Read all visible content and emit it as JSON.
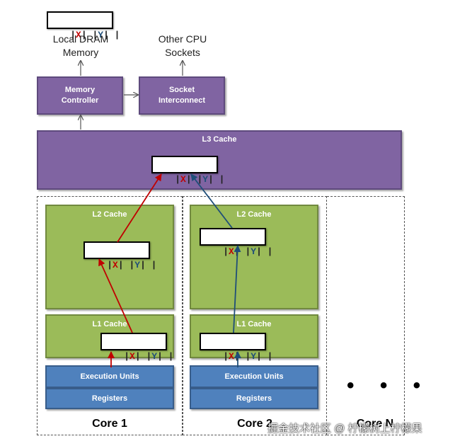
{
  "top": {
    "local_dram": "Local DRAM\nMemory",
    "other_cpu": "Other CPU\nSockets"
  },
  "boxes": {
    "memory_controller": "Memory\nController",
    "socket_interconnect": "Socket\nInterconnect",
    "l3_cache": "L3 Cache"
  },
  "cores": [
    {
      "name": "Core 1",
      "l2": "L2 Cache",
      "l1": "L1 Cache",
      "exec": "Execution Units",
      "regs": "Registers"
    },
    {
      "name": "Core 2",
      "l2": "L2 Cache",
      "l1": "L1 Cache",
      "exec": "Execution Units",
      "regs": "Registers"
    },
    {
      "name": "Core N"
    }
  ],
  "cache_line": {
    "x": "X",
    "y": "Y"
  },
  "ellipsis": "• • •",
  "watermark": "掘金技术社区 @ 柠檬树上柠檬果",
  "colors": {
    "purple": "#8064a2",
    "green": "#9bbb59",
    "blue": "#4f81bd",
    "x_path": "#c00000",
    "y_path": "#1f4e79"
  }
}
